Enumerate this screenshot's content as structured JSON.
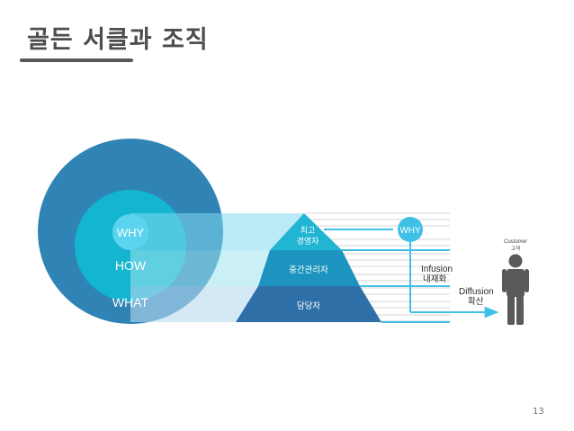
{
  "slide": {
    "title": "골든 서클과 조직",
    "page_number": "13"
  },
  "circles": {
    "why": "WHY",
    "how": "HOW",
    "what": "WHAT"
  },
  "pyramid": {
    "top_line1": "최고",
    "top_line2": "경영자",
    "middle": "중간관리자",
    "bottom": "담당자"
  },
  "why_badge": "WHY",
  "infusion": {
    "en": "Infusion",
    "ko": "내재화"
  },
  "diffusion": {
    "en": "Diffusion",
    "ko": "확산"
  },
  "customer": {
    "en": "Customer",
    "ko": "고객"
  },
  "colors": {
    "outer_circle": "#2f83b5",
    "middle_circle": "#14b5cf",
    "inner_circle": "#5bd4ef",
    "pyramid_top": "#22b4d3",
    "pyramid_middle": "#1d94bf",
    "pyramid_bottom": "#2f6fa8",
    "arrow": "#3fc1e7",
    "person": "#5a5a5a"
  }
}
